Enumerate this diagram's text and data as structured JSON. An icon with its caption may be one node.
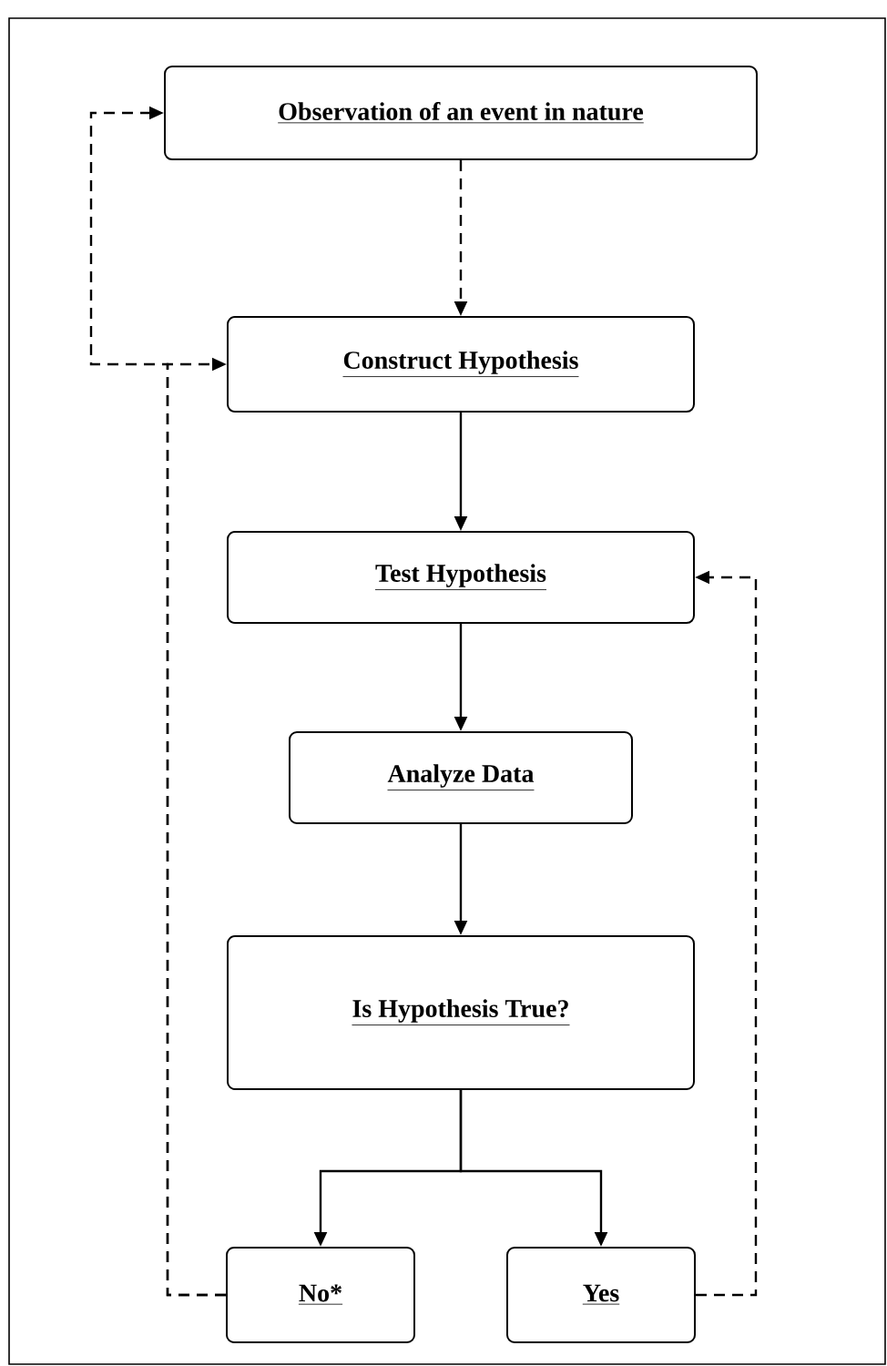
{
  "diagram": {
    "nodes": [
      {
        "text": [
          "Observation of an event in nature"
        ]
      },
      {
        "text": [
          "Construct Hypothesis"
        ]
      },
      {
        "text": [
          "Test Hypothesis"
        ]
      },
      {
        "text": [
          "Analyze Data"
        ]
      },
      {
        "text": [
          "Is Hypothesis True?"
        ]
      },
      {
        "text": [
          "No*"
        ]
      },
      {
        "text": [
          "Yes"
        ]
      }
    ],
    "edges": [
      {
        "from": 0,
        "to": 1,
        "arrow": "to",
        "style": "dashed"
      },
      {
        "from": 1,
        "to": 2,
        "arrow": "to"
      },
      {
        "from": 2,
        "to": 3,
        "arrow": "to"
      },
      {
        "from": 3,
        "to": 4,
        "arrow": "to"
      },
      {
        "from": 4,
        "to": 5,
        "arrow": "to"
      },
      {
        "from": 4,
        "to": 6,
        "arrow": "to"
      },
      {
        "from": 5,
        "to": 1,
        "arrow": "to",
        "style": "dashed"
      },
      {
        "from": 5,
        "to": 0,
        "arrow": "to",
        "style": "dashed"
      },
      {
        "from": 6,
        "to": 2,
        "arrow": "to",
        "style": "dashed"
      }
    ]
  }
}
